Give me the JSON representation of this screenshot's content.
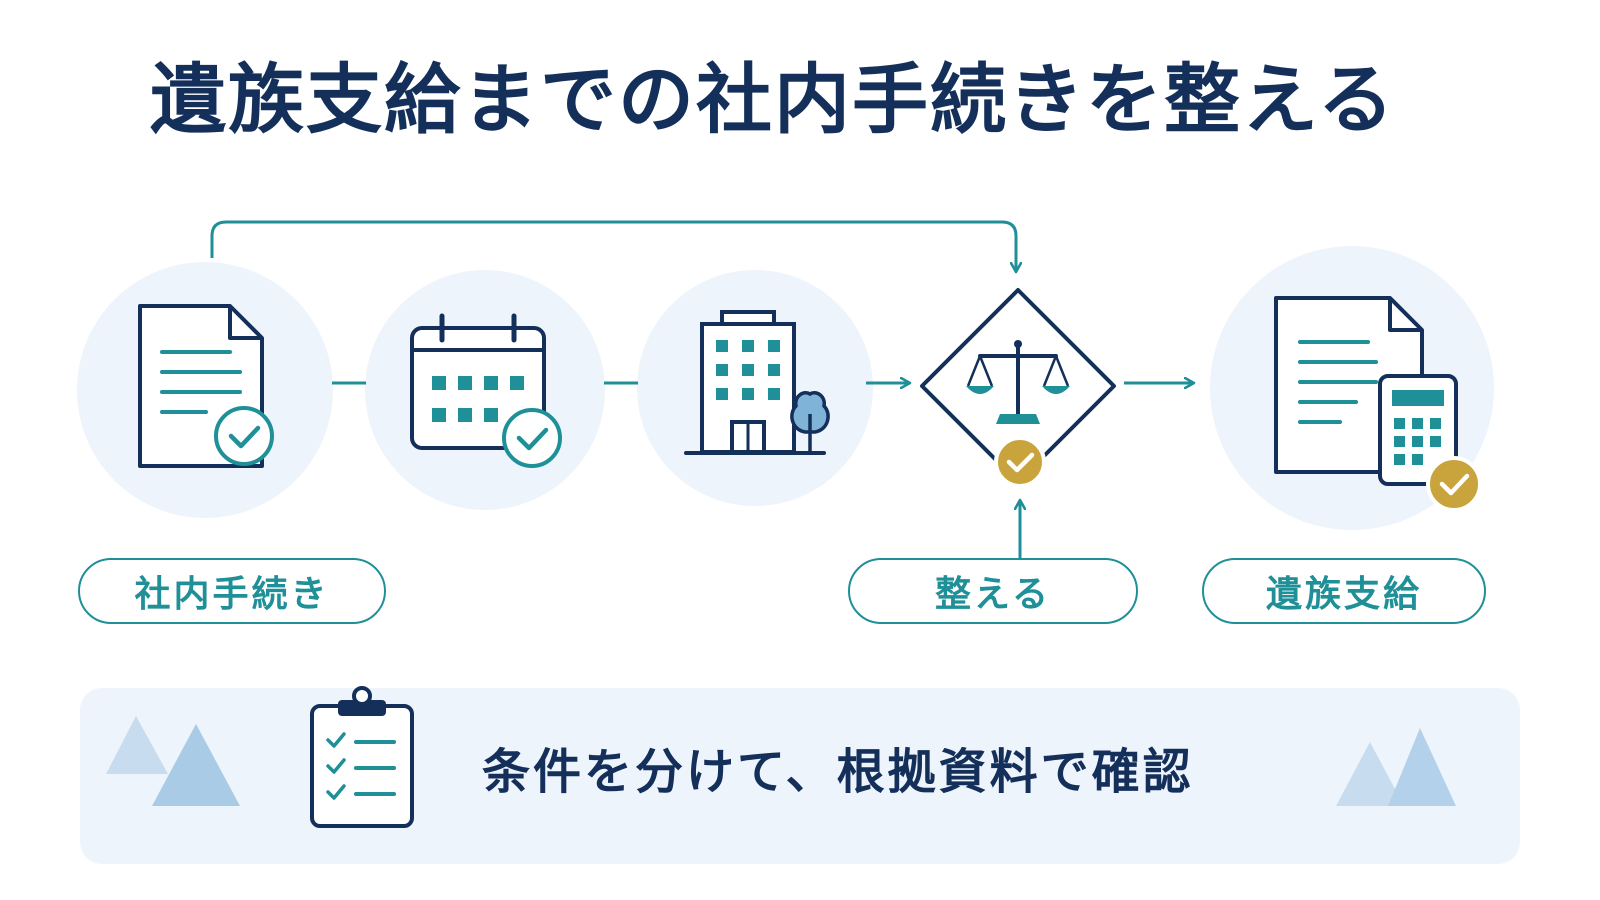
{
  "title": "遺族支給までの社内手続きを整える",
  "labels": {
    "internal_procedure": "社内手続き",
    "arrange": "整える",
    "survivor_payment": "遺族支給"
  },
  "banner": {
    "text": "条件を分けて、根拠資料で確認"
  },
  "colors": {
    "navy": "#14305a",
    "teal": "#1f8f98",
    "gold": "#c9a33c",
    "circle_bg": "#eef4fb"
  },
  "icons": [
    "document-check-icon",
    "calendar-check-icon",
    "office-building-icon",
    "scales-icon",
    "document-calculator-icon",
    "clipboard-checklist-icon",
    "mountain-icon"
  ]
}
